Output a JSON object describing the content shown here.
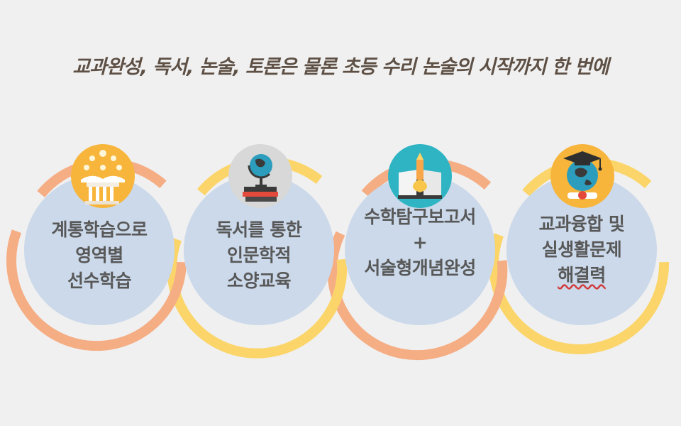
{
  "headline": "교과완성, 독서, 논술, 토론은 물론 초등 수리 논술의 시작까지 한 번에",
  "items": [
    {
      "lines": [
        "계통학습으로",
        "영역별",
        "선수학습"
      ],
      "ring": "orange",
      "icon": "greek-pillar-icon"
    },
    {
      "lines": [
        "독서를 통한",
        "인문학적",
        "소양교육"
      ],
      "ring": "yellow",
      "icon": "globe-books-icon"
    },
    {
      "lines": [
        "수학탐구보고서",
        "+",
        "서술형개념완성"
      ],
      "ring": "orange",
      "icon": "book-rocket-pencil-icon"
    },
    {
      "lines": [
        "교과융합 및",
        "실생활문제",
        "해결력"
      ],
      "ring": "yellow",
      "icon": "graduation-globe-icon"
    }
  ],
  "colors": {
    "orange_ring": "#f5ad84",
    "yellow_ring": "#fbd56a",
    "circle_fill": "#cbd9ea",
    "icon_orange_bg": "#f7b53b",
    "icon_gray_bg": "#d8d8d8",
    "icon_teal_bg": "#2fb4c4"
  }
}
